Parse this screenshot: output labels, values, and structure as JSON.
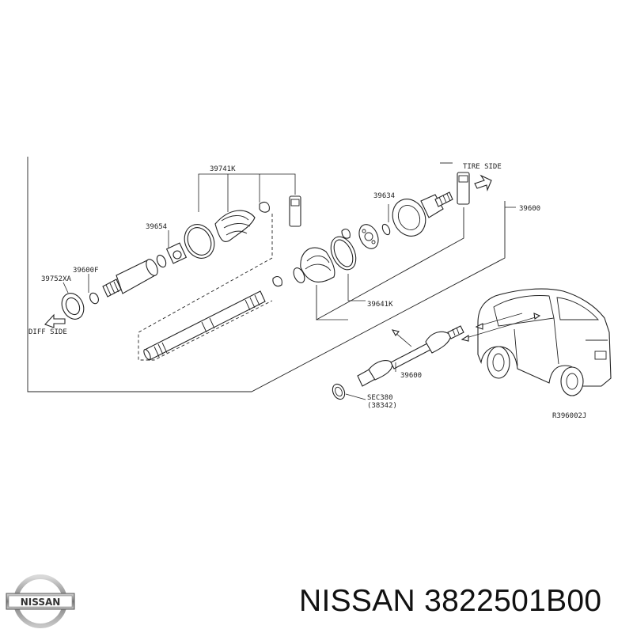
{
  "diagram": {
    "callouts": {
      "p39741K": "39741K",
      "p39654": "39654",
      "p39600F": "39600F",
      "p39752XA": "39752XA",
      "p39634": "39634",
      "p39600": "39600",
      "p39641K": "39641K",
      "p39600_assembly": "39600",
      "sec380": "SEC380",
      "sec380_ref": "(38342)"
    },
    "direction_labels": {
      "diff_side": "DIFF SIDE",
      "tire_side": "TIRE SIDE"
    },
    "figure_code": "R396002J"
  },
  "brand": {
    "logo_text": "NISSAN"
  },
  "caption": "NISSAN 3822501B00"
}
